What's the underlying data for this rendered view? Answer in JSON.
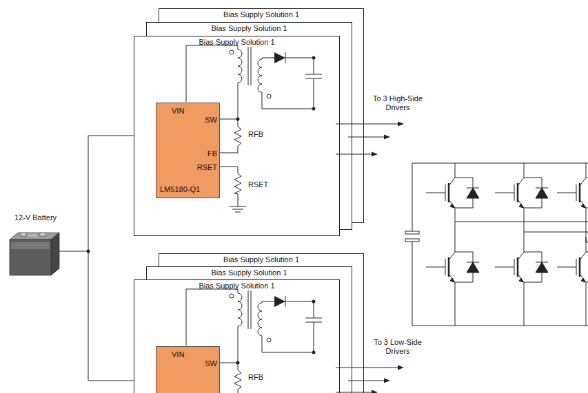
{
  "diagram": {
    "nodes": [
      {
        "text": [
          "Bias Supply Solution 1"
        ]
      },
      {
        "text": [
          "Bias Supply Solution 1"
        ]
      },
      {
        "text": [
          "Bias Supply Solution 1"
        ]
      },
      {
        "text": [
          "VIN",
          "SW",
          "FB",
          "RSET",
          "LM5180-Q1"
        ],
        "in": 2
      },
      {
        "text": [
          "Bias Supply Solution 1"
        ]
      },
      {
        "text": [
          "Bias Supply Solution 1"
        ]
      },
      {
        "text": [
          "Bias Supply Solution 1"
        ]
      },
      {
        "text": [
          "VIN",
          "SW"
        ],
        "in": 6
      }
    ],
    "labels": [
      "To 3 High-Side Drivers",
      "RFB",
      "RSET",
      "12-V Battery",
      "To 3 Low-Side Drivers",
      "RFB"
    ]
  }
}
